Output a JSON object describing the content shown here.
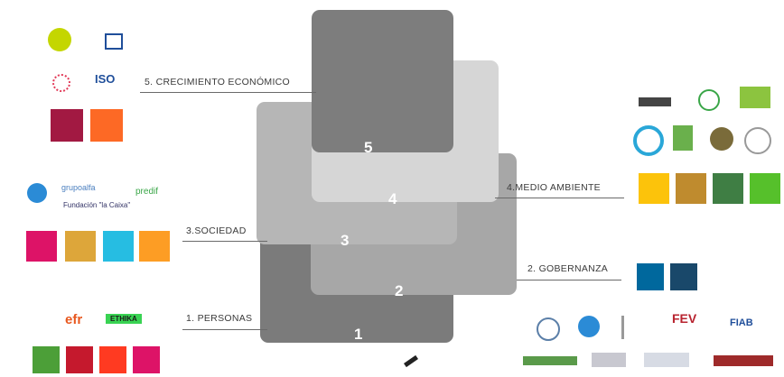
{
  "levels": [
    {
      "number": "1",
      "label": "1. PERSONAS"
    },
    {
      "number": "2",
      "label": "2. GOBERNANZA"
    },
    {
      "number": "3",
      "label": "3.SOCIEDAD"
    },
    {
      "number": "4",
      "label": "4.MEDIO AMBIENTE"
    },
    {
      "number": "5",
      "label": "5. CRECIMIENTO ECONÓMICO"
    }
  ],
  "logos": {
    "efr": "efr",
    "ethikaa": "ETHIKA",
    "fev": "FEV",
    "fiab": "FIAB",
    "iso": "ISO",
    "predif": "predif",
    "grupoalfa": "grupoalfa",
    "fundacion": "Fundación \"la Caixa\""
  },
  "sdg": {
    "personas": [
      "#4c9f38",
      "#c5192d",
      "#ff3a21",
      "#dd1367"
    ],
    "sociedad": [
      "#dd1367",
      "#dda63a",
      "#26bde2",
      "#fd9d24"
    ],
    "crecimiento": [
      "#a21942",
      "#fd6925"
    ],
    "gobernanza": [
      "#00689d",
      "#19486a"
    ],
    "medio_ambiente": [
      "#fcc30b",
      "#bf8b2e",
      "#3f7e44",
      "#56c02b"
    ]
  },
  "colors": {
    "card1": "#7b7b7b",
    "card2": "#a7a7a7",
    "card3": "#b6b6b6",
    "card4": "#d6d6d6",
    "card5": "#7d7d7d"
  }
}
